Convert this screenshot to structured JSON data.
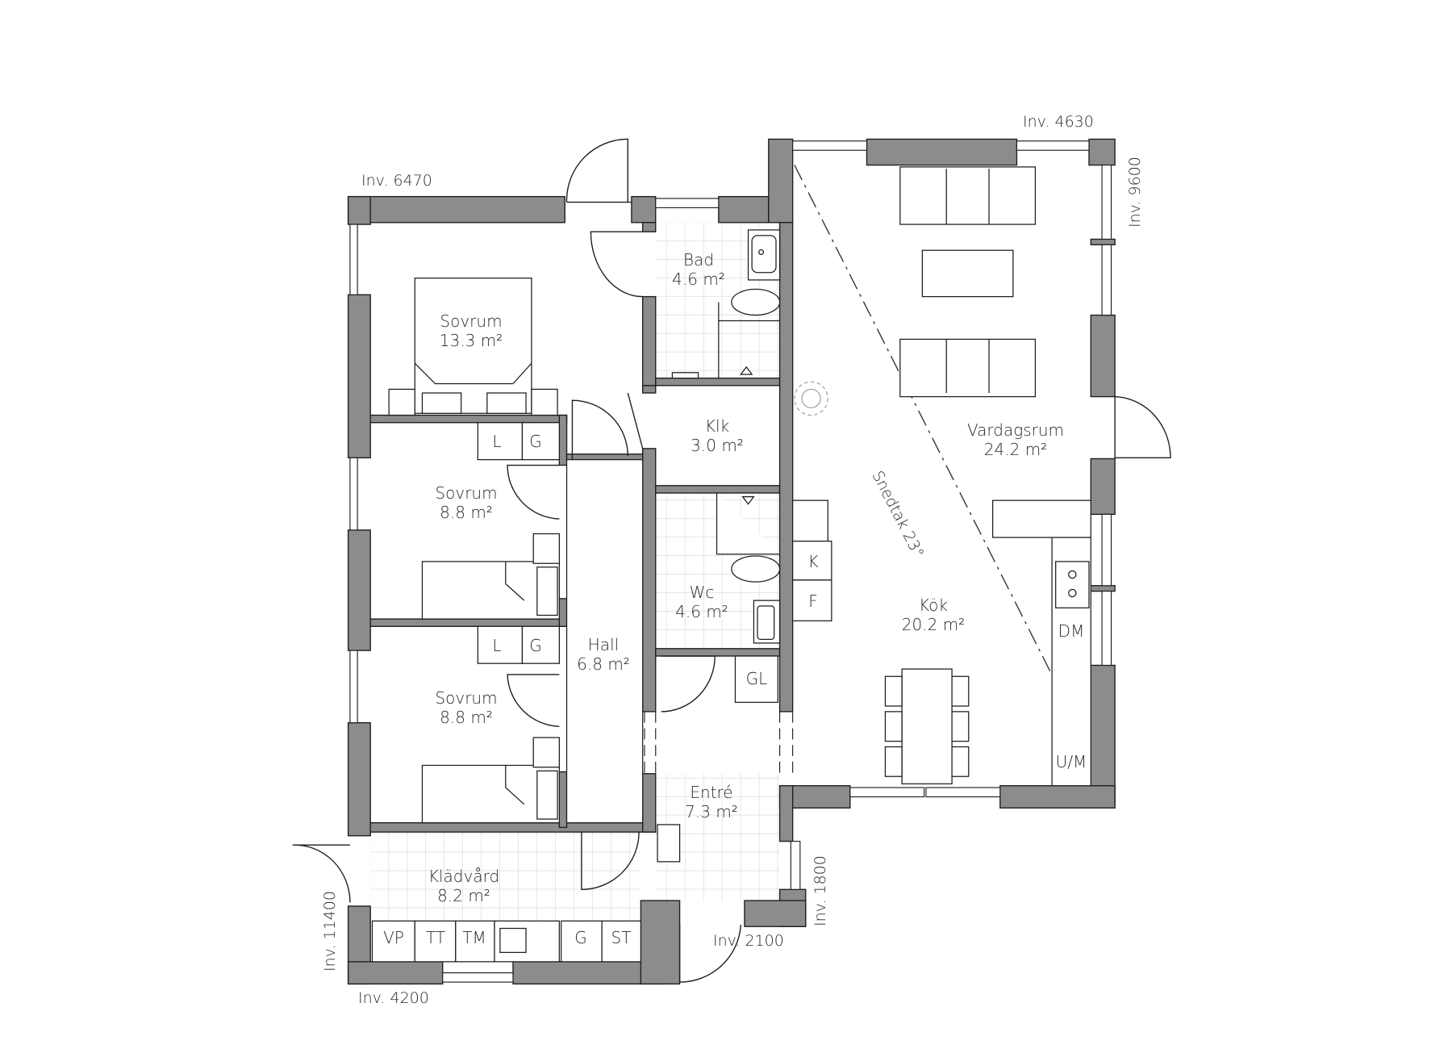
{
  "rooms": [
    {
      "name": "Sovrum",
      "area": "13.3 m²"
    },
    {
      "name": "Bad",
      "area": "4.6 m²"
    },
    {
      "name": "Klk",
      "area": "3.0 m²"
    },
    {
      "name": "Sovrum",
      "area": "8.8 m²"
    },
    {
      "name": "Sovrum",
      "area": "8.8 m²"
    },
    {
      "name": "Hall",
      "area": "6.8 m²"
    },
    {
      "name": "Wc",
      "area": "4.6 m²"
    },
    {
      "name": "Vardagsrum",
      "area": "24.2 m²"
    },
    {
      "name": "Kök",
      "area": "20.2 m²"
    },
    {
      "name": "Entré",
      "area": "7.3 m²"
    },
    {
      "name": "Klädvård",
      "area": "8.2 m²"
    }
  ],
  "dimensions": {
    "top_left": "Inv. 6470",
    "top_right": "Inv. 4630",
    "right_top": "Inv. 9600",
    "left_bottom": "Inv. 11400",
    "bottom_left": "Inv. 4200",
    "bottom_entry": "Inv. 2100",
    "entry_side": "Inv. 1800"
  },
  "ceiling_note": "Snedtak 23°",
  "fixtures": {
    "wardrobe_l": "L",
    "wardrobe_g": "G",
    "fridge": "K",
    "freezer": "F",
    "dishwasher": "DM",
    "oven_micro": "U/M",
    "gl": "GL",
    "laundry": [
      "VP",
      "TT",
      "TM",
      "G",
      "ST"
    ]
  },
  "colors": {
    "wall": "#8c8c8c",
    "line": "#1e1e1e",
    "tile": "#d8d8d8"
  }
}
